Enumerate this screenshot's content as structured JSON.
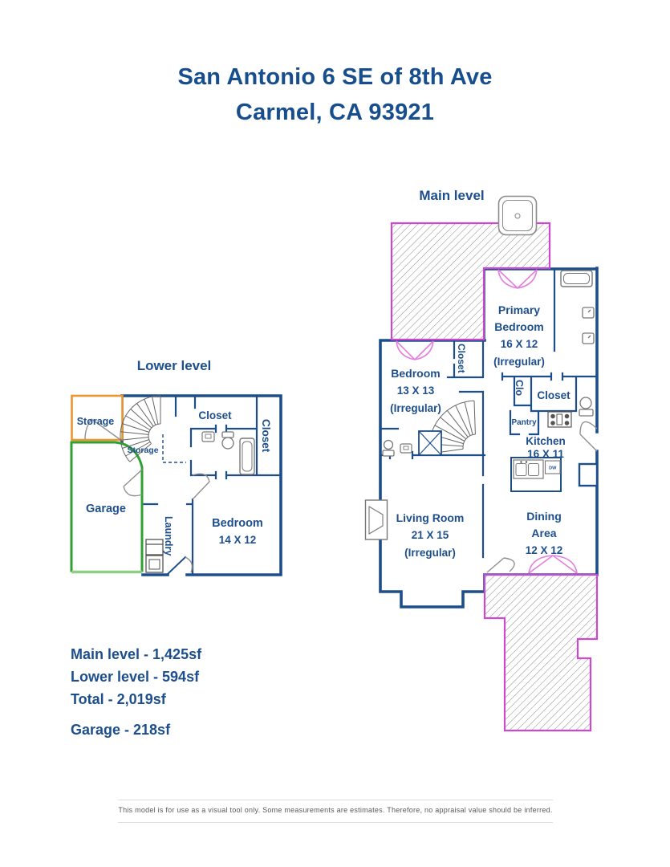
{
  "title": {
    "line1": "San Antonio 6 SE of 8th Ave",
    "line2": "Carmel, CA 93921"
  },
  "main_level": {
    "label": "Main level",
    "primary_bedroom": {
      "line1": "Primary",
      "line2": "Bedroom",
      "dims": "16 X 12",
      "note": "(Irregular)"
    },
    "bedroom": {
      "line1": "Bedroom",
      "dims": "13 X 13",
      "note": "(Irregular)"
    },
    "bedroom_closet": "Closet",
    "clo": "Clo",
    "closet": "Closet",
    "pantry": "Pantry",
    "kitchen": {
      "line1": "Kitchen",
      "dims": "16 X 11"
    },
    "dishwasher": "DW",
    "living_room": {
      "line1": "Living Room",
      "dims": "21 X 15",
      "note": "(Irregular)"
    },
    "dining_area": {
      "line1": "Dining",
      "line2": "Area",
      "dims": "12 X 12"
    }
  },
  "lower_level": {
    "label": "Lower level",
    "storage": "Storage",
    "under_stair_storage": "Storage",
    "closet_top": "Closet",
    "closet_right": "Closet",
    "garage": "Garage",
    "laundry": "Laundry",
    "bedroom": {
      "line1": "Bedroom",
      "dims": "14 X 12"
    }
  },
  "area_summary": {
    "main_level": "Main level - 1,425sf",
    "lower_level": "Lower level - 594sf",
    "total": "Total - 2,019sf",
    "garage": "Garage - 218sf"
  },
  "footer": {
    "disclaimer": "This model is for use as a visual tool only. Some measurements are estimates. Therefore, no appraisal value should be inferred."
  },
  "colors": {
    "wall_navy": "#1d4e8a",
    "text_blue": "#1d4f8d",
    "deck_magenta": "#cb49ce",
    "french_door_pink": "#e47ee0",
    "storage_orange": "#e8962f",
    "garage_green": "#2fa12f",
    "garage_door_green": "#8fce85",
    "hatch_gray": "#8a8a8a",
    "fixture_gray": "#777777"
  }
}
